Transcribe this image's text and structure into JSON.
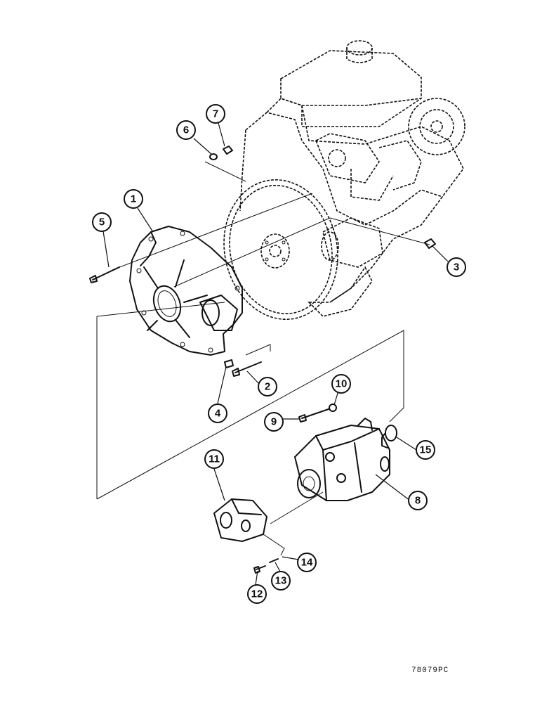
{
  "callouts": [
    {
      "id": "1",
      "label": "1"
    },
    {
      "id": "2",
      "label": "2"
    },
    {
      "id": "3",
      "label": "3"
    },
    {
      "id": "4",
      "label": "4"
    },
    {
      "id": "5",
      "label": "5"
    },
    {
      "id": "6",
      "label": "6"
    },
    {
      "id": "7",
      "label": "7"
    },
    {
      "id": "8",
      "label": "8"
    },
    {
      "id": "9",
      "label": "9"
    },
    {
      "id": "10",
      "label": "10"
    },
    {
      "id": "11",
      "label": "11"
    },
    {
      "id": "12",
      "label": "12"
    },
    {
      "id": "13",
      "label": "13"
    },
    {
      "id": "14",
      "label": "14"
    },
    {
      "id": "15",
      "label": "15"
    }
  ],
  "reference_code": "78079PC",
  "ink_color": "#111111"
}
